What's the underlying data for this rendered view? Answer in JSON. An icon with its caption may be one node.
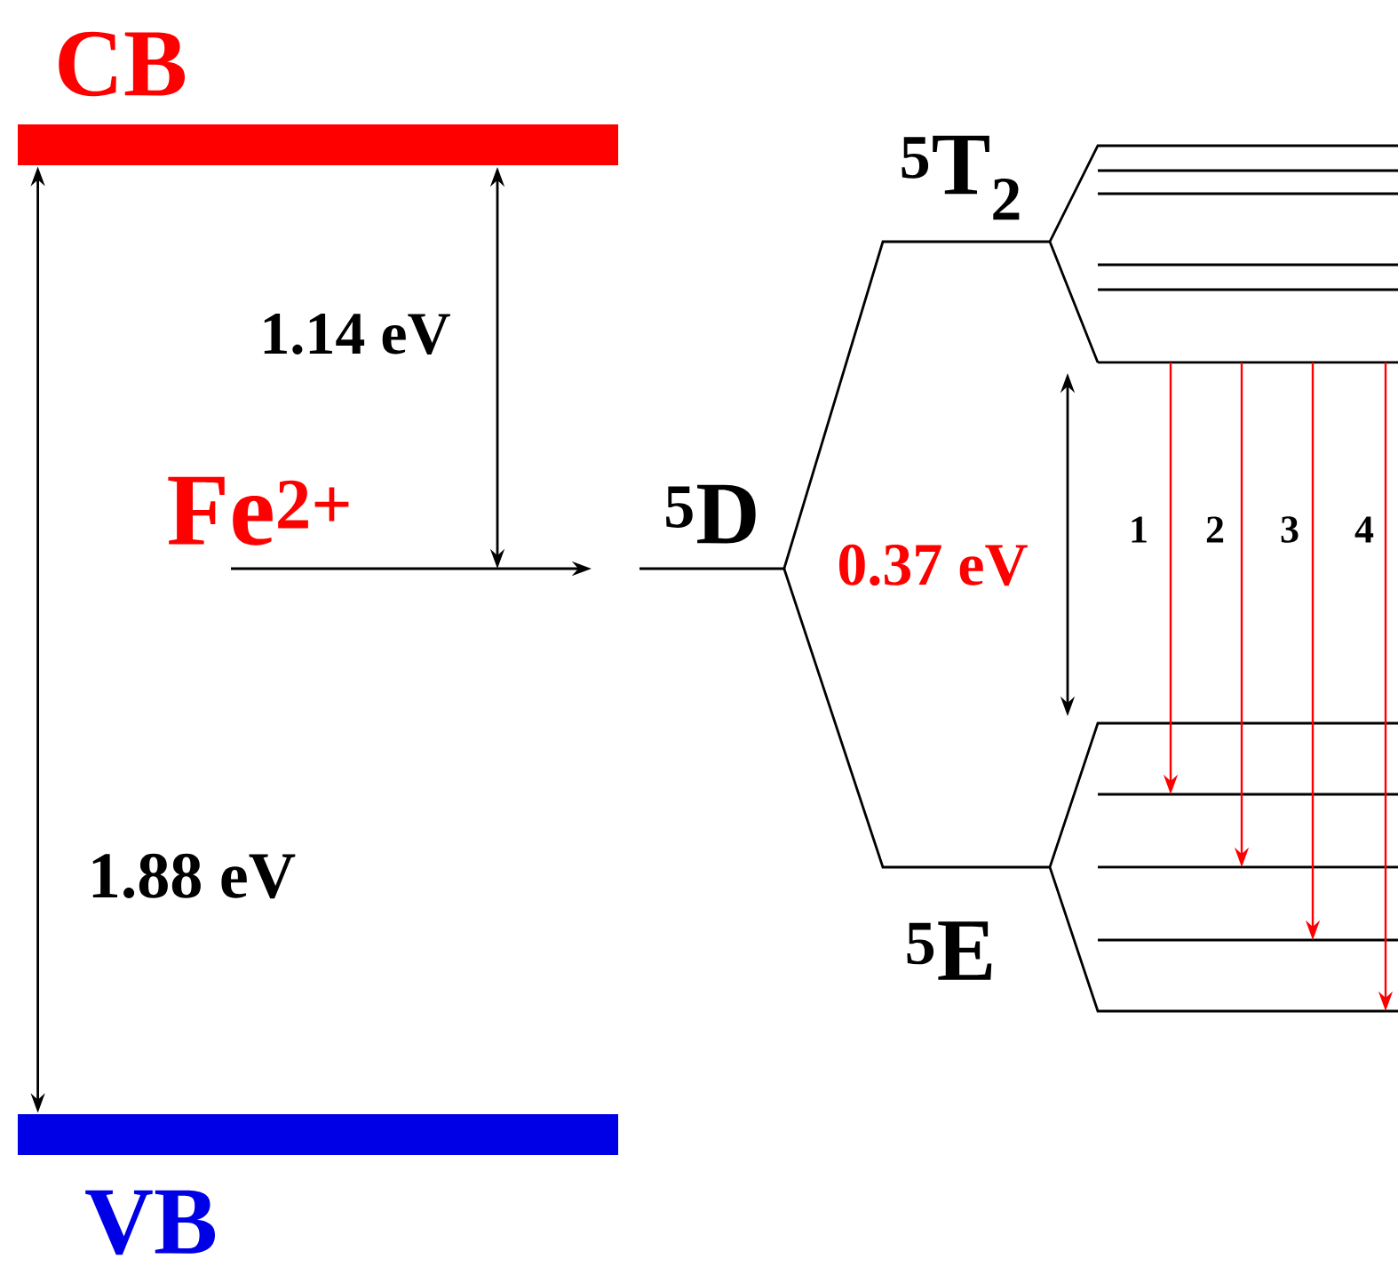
{
  "diagram": {
    "nodes": [
      {
        "text": [
          "CB"
        ]
      },
      {
        "text": [
          "VB"
        ]
      },
      {
        "text": [
          "Fe$^{2+}$"
        ]
      },
      {
        "text": [
          "$^{5}$D"
        ]
      },
      {
        "text": [
          "$^{5}$T$_{2}$"
        ]
      },
      {
        "text": [
          "$^{5}$E"
        ]
      }
    ],
    "edges": [
      {
        "from": 0,
        "to": 1,
        "arrow": "both",
        "label": "1.88 eV",
        "color": "#000000"
      },
      {
        "from": 2,
        "to": 3,
        "arrow": "to",
        "color": "#000000"
      },
      {
        "from": 3,
        "to": 4,
        "arrow": "none",
        "color": "#000000"
      },
      {
        "from": 3,
        "to": 5,
        "arrow": "none",
        "color": "#000000"
      },
      {
        "from": 4,
        "to": 5,
        "arrow": "to",
        "label": "1",
        "color": "#ff0000"
      },
      {
        "from": 4,
        "to": 5,
        "arrow": "to",
        "label": "2",
        "color": "#ff0000"
      },
      {
        "from": 4,
        "to": 5,
        "arrow": "to",
        "label": "3",
        "color": "#ff0000"
      },
      {
        "from": 4,
        "to": 5,
        "arrow": "to",
        "label": "4",
        "color": "#ff0000"
      }
    ],
    "labels": [
      "1.14 eV",
      "0.37 eV"
    ]
  }
}
